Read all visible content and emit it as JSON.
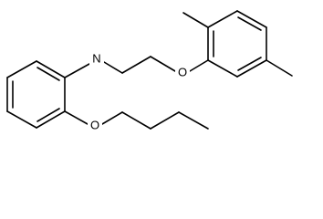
{
  "structure": {
    "atoms": {
      "nitrogen": "N",
      "ether_oxygen": "O",
      "butoxy_oxygen": "O"
    }
  }
}
